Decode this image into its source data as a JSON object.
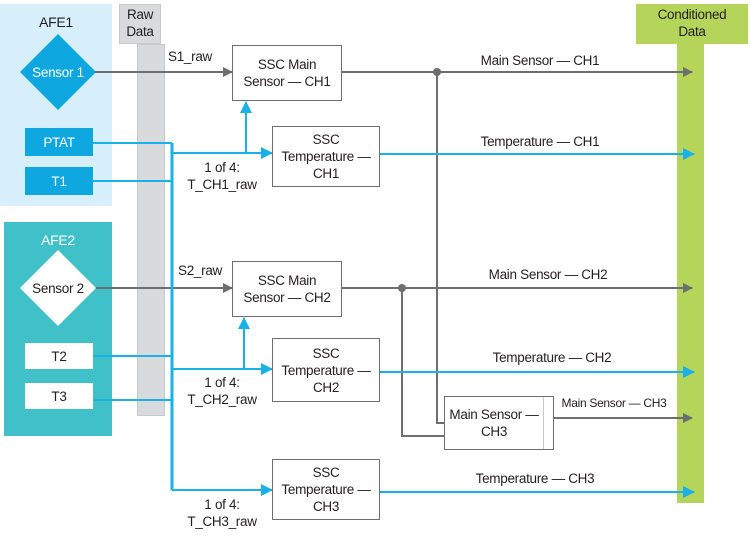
{
  "colors": {
    "afe1_bg": "#d6effb",
    "afe2_bg": "#40c0c9",
    "sensor_blue": "#0ea7e0",
    "raw_gray": "#d9dadb",
    "conditioned_green": "#b5d55a",
    "main_line": "#6d6e70",
    "temp_line": "#1ab0e8"
  },
  "afe1": {
    "title": "AFE1",
    "sensor": "Sensor 1",
    "ptat": "PTAT",
    "t1": "T1"
  },
  "afe2": {
    "title": "AFE2",
    "sensor": "Sensor 2",
    "t2": "T2",
    "t3": "T3"
  },
  "raw_data": {
    "line1": "Raw",
    "line2": "Data"
  },
  "conditioned_data": {
    "line1": "Conditioned",
    "line2": "Data"
  },
  "signals": {
    "s1_raw": "S1_raw",
    "s2_raw": "S2_raw",
    "t_ch1": {
      "line1": "1 of 4:",
      "line2": "T_CH1_raw"
    },
    "t_ch2": {
      "line1": "1 of 4:",
      "line2": "T_CH2_raw"
    },
    "t_ch3": {
      "line1": "1 of 4:",
      "line2": "T_CH3_raw"
    }
  },
  "blocks": {
    "ssc_main_ch1": {
      "line1": "SSC Main",
      "line2": "Sensor —  CH1"
    },
    "ssc_temp_ch1": {
      "line1": "SSC",
      "line2": "Temperature —",
      "line3": "CH1"
    },
    "ssc_main_ch2": {
      "line1": "SSC Main",
      "line2": "Sensor — CH2"
    },
    "ssc_temp_ch2": {
      "line1": "SSC",
      "line2": "Temperature —",
      "line3": "CH2"
    },
    "main_ch3": {
      "line1": "Main Sensor —",
      "line2": "CH3"
    },
    "ssc_temp_ch3": {
      "line1": "SSC",
      "line2": "Temperature —",
      "line3": "CH3"
    }
  },
  "outputs": {
    "main_ch1": "Main Sensor — CH1",
    "temp_ch1": "Temperature — CH1",
    "main_ch2": "Main Sensor — CH2",
    "temp_ch2": "Temperature — CH2",
    "main_ch3": "Main Sensor — CH3",
    "temp_ch3": "Temperature — CH3"
  }
}
